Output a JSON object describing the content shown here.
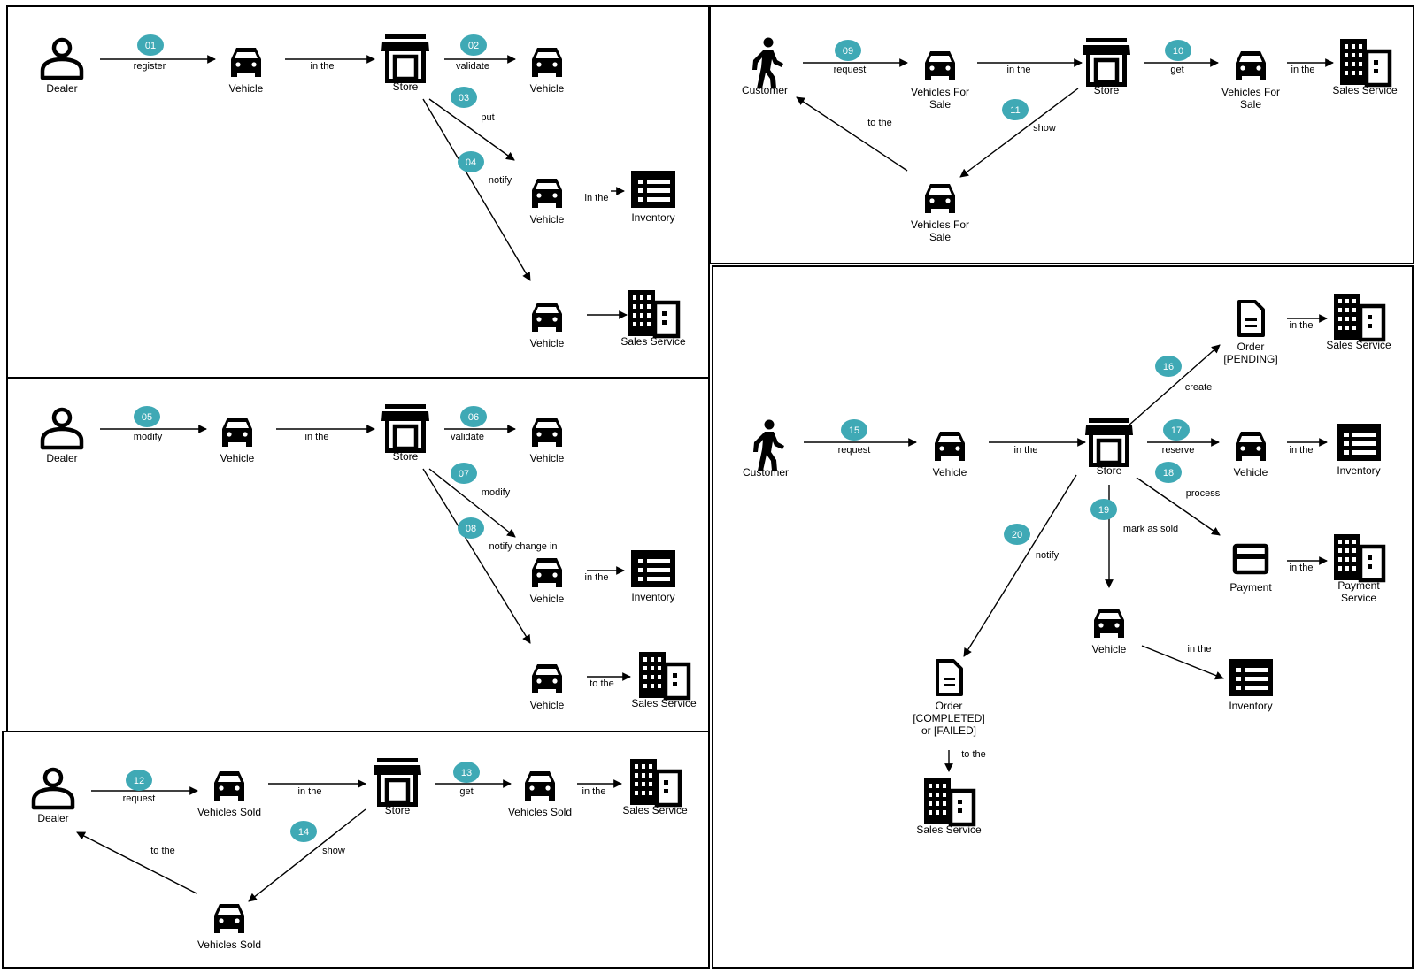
{
  "panels": [
    {
      "id": "p1"
    },
    {
      "id": "p2"
    },
    {
      "id": "p3"
    },
    {
      "id": "p4"
    },
    {
      "id": "p5"
    }
  ],
  "nodes": [
    {
      "id": "n1",
      "icon": "person-icon",
      "label": "Dealer"
    },
    {
      "id": "n2",
      "icon": "car-icon",
      "label": "Vehicle"
    },
    {
      "id": "n3",
      "icon": "store-icon",
      "label": "Store"
    },
    {
      "id": "n4",
      "icon": "car-icon",
      "label": "Vehicle"
    },
    {
      "id": "n5",
      "icon": "car-icon",
      "label": "Vehicle"
    },
    {
      "id": "n6",
      "icon": "table-icon",
      "label": "Inventory"
    },
    {
      "id": "n7",
      "icon": "car-icon",
      "label": "Vehicle"
    },
    {
      "id": "n8",
      "icon": "building-icon",
      "label": "Sales Service"
    },
    {
      "id": "n9",
      "icon": "person-icon",
      "label": "Dealer"
    },
    {
      "id": "n10",
      "icon": "car-icon",
      "label": "Vehicle"
    },
    {
      "id": "n11",
      "icon": "store-icon",
      "label": "Store"
    },
    {
      "id": "n12",
      "icon": "car-icon",
      "label": "Vehicle"
    },
    {
      "id": "n13",
      "icon": "car-icon",
      "label": "Vehicle"
    },
    {
      "id": "n14",
      "icon": "table-icon",
      "label": "Inventory"
    },
    {
      "id": "n15",
      "icon": "car-icon",
      "label": "Vehicle"
    },
    {
      "id": "n16",
      "icon": "building-icon",
      "label": "Sales Service"
    },
    {
      "id": "n17",
      "icon": "person-icon",
      "label": "Dealer"
    },
    {
      "id": "n18",
      "icon": "car-icon",
      "label": "Vehicles Sold"
    },
    {
      "id": "n19",
      "icon": "store-icon",
      "label": "Store"
    },
    {
      "id": "n20",
      "icon": "car-icon",
      "label": "Vehicles Sold"
    },
    {
      "id": "n21",
      "icon": "building-icon",
      "label": "Sales Service"
    },
    {
      "id": "n22",
      "icon": "car-icon",
      "label": "Vehicles Sold"
    },
    {
      "id": "n23",
      "icon": "walking-person-icon",
      "label": "Customer"
    },
    {
      "id": "n24",
      "icon": "car-icon",
      "label": "Vehicles For\nSale"
    },
    {
      "id": "n25",
      "icon": "store-icon",
      "label": "Store"
    },
    {
      "id": "n26",
      "icon": "car-icon",
      "label": "Vehicles For\nSale"
    },
    {
      "id": "n27",
      "icon": "building-icon",
      "label": "Sales Service"
    },
    {
      "id": "n28",
      "icon": "car-icon",
      "label": "Vehicles For\nSale"
    },
    {
      "id": "n29",
      "icon": "walking-person-icon",
      "label": "Customer"
    },
    {
      "id": "n30",
      "icon": "car-icon",
      "label": "Vehicle"
    },
    {
      "id": "n31",
      "icon": "store-icon",
      "label": "Store"
    },
    {
      "id": "n32",
      "icon": "document-icon",
      "label": "Order\n[PENDING]"
    },
    {
      "id": "n33",
      "icon": "building-icon",
      "label": "Sales Service"
    },
    {
      "id": "n34",
      "icon": "car-icon",
      "label": "Vehicle"
    },
    {
      "id": "n35",
      "icon": "table-icon",
      "label": "Inventory"
    },
    {
      "id": "n36",
      "icon": "credit-card-icon",
      "label": "Payment"
    },
    {
      "id": "n37",
      "icon": "building-icon",
      "label": "Payment\nService"
    },
    {
      "id": "n38",
      "icon": "car-icon",
      "label": "Vehicle"
    },
    {
      "id": "n39",
      "icon": "table-icon",
      "label": "Inventory"
    },
    {
      "id": "n40",
      "icon": "document-icon",
      "label": "Order\n[COMPLETED]\nor [FAILED]"
    },
    {
      "id": "n41",
      "icon": "building-icon",
      "label": "Sales Service"
    }
  ],
  "edges": [
    {
      "id": "e1",
      "label": "register"
    },
    {
      "id": "e2",
      "label": "in the"
    },
    {
      "id": "e3",
      "label": "validate"
    },
    {
      "id": "e4",
      "label": "put"
    },
    {
      "id": "e5",
      "label": "notify"
    },
    {
      "id": "e6",
      "label": "in the"
    },
    {
      "id": "e7",
      "label": ""
    },
    {
      "id": "e8",
      "label": "modify"
    },
    {
      "id": "e9",
      "label": "in the"
    },
    {
      "id": "e10",
      "label": "validate"
    },
    {
      "id": "e11",
      "label": "modify"
    },
    {
      "id": "e12",
      "label": "notify change in"
    },
    {
      "id": "e13",
      "label": "in the"
    },
    {
      "id": "e14",
      "label": "to the"
    },
    {
      "id": "e15",
      "label": "request"
    },
    {
      "id": "e16",
      "label": "in the"
    },
    {
      "id": "e17",
      "label": "get"
    },
    {
      "id": "e18",
      "label": "in the"
    },
    {
      "id": "e19",
      "label": "show"
    },
    {
      "id": "e20",
      "label": "to the"
    },
    {
      "id": "e21",
      "label": "request"
    },
    {
      "id": "e22",
      "label": "in the"
    },
    {
      "id": "e23",
      "label": "get"
    },
    {
      "id": "e24",
      "label": "in the"
    },
    {
      "id": "e25",
      "label": "show"
    },
    {
      "id": "e26",
      "label": "to the"
    },
    {
      "id": "e27",
      "label": "request"
    },
    {
      "id": "e28",
      "label": "in the"
    },
    {
      "id": "e29",
      "label": "create"
    },
    {
      "id": "e30",
      "label": "in the"
    },
    {
      "id": "e31",
      "label": "reserve"
    },
    {
      "id": "e32",
      "label": "in the"
    },
    {
      "id": "e33",
      "label": "process"
    },
    {
      "id": "e34",
      "label": "in the"
    },
    {
      "id": "e35",
      "label": "mark as sold"
    },
    {
      "id": "e36",
      "label": "in the"
    },
    {
      "id": "e37",
      "label": "notify"
    },
    {
      "id": "e38",
      "label": "to the"
    }
  ],
  "badges": [
    {
      "id": "b1",
      "text": "01"
    },
    {
      "id": "b2",
      "text": "02"
    },
    {
      "id": "b3",
      "text": "03"
    },
    {
      "id": "b4",
      "text": "04"
    },
    {
      "id": "b5",
      "text": "05"
    },
    {
      "id": "b6",
      "text": "06"
    },
    {
      "id": "b7",
      "text": "07"
    },
    {
      "id": "b8",
      "text": "08"
    },
    {
      "id": "b9",
      "text": "09"
    },
    {
      "id": "b10",
      "text": "10"
    },
    {
      "id": "b11",
      "text": "11"
    },
    {
      "id": "b12",
      "text": "12"
    },
    {
      "id": "b13",
      "text": "13"
    },
    {
      "id": "b14",
      "text": "14"
    },
    {
      "id": "b15",
      "text": "15"
    },
    {
      "id": "b16",
      "text": "16"
    },
    {
      "id": "b17",
      "text": "17"
    },
    {
      "id": "b18",
      "text": "18"
    },
    {
      "id": "b19",
      "text": "19"
    },
    {
      "id": "b20",
      "text": "20"
    }
  ],
  "colors": {
    "badge": "#3fa9b5",
    "ink": "#000000",
    "badge_text": "#ffffff"
  }
}
